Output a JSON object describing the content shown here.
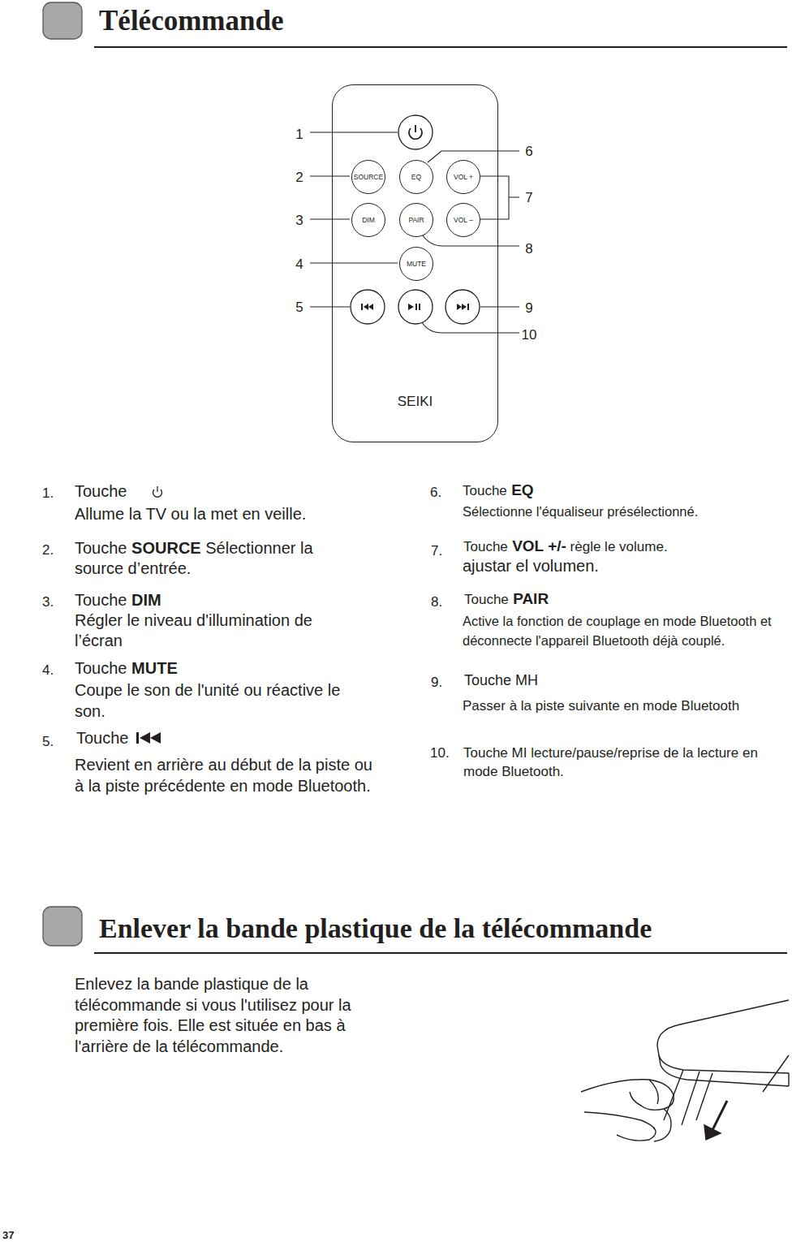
{
  "diagram": {
    "title": "Télécommande",
    "nodes": [
      {
        "text": [
          "SEIKI"
        ]
      },
      {
        "text": [
          "SOURCE"
        ],
        "in": 0
      },
      {
        "text": [
          "EQ"
        ],
        "in": 0
      },
      {
        "text": [
          "VOL +"
        ],
        "in": 0
      },
      {
        "text": [
          "DIM"
        ],
        "in": 0
      },
      {
        "text": [
          "PAIR"
        ],
        "in": 0
      },
      {
        "text": [
          "VOL –"
        ],
        "in": 0
      },
      {
        "text": [
          "MUTE"
        ],
        "in": 0
      }
    ],
    "labels": [
      "1",
      "2",
      "3",
      "4",
      "5",
      "6",
      "7",
      "8",
      "9",
      "10",
      "1.",
      "Touche",
      "Allume la TV ou la met en veille.",
      "2.",
      "Touche",
      "SOURCE",
      "Sélectionner la source d’entrée.",
      "3.",
      "Touche",
      "DIM",
      "Régler le niveau d'illumination de l’écran",
      "4.",
      "Touche",
      "MUTE",
      "Coupe le son de l'unité ou réactive le son.",
      "5.",
      "Touche",
      "Revient en arrière au début de la piste ou à la piste précédente en mode Bluetooth.",
      "6.",
      "Touche",
      "EQ",
      "Sélectionne l'équaliseur présélectionné.",
      "7.",
      "Touche",
      "VOL +/-",
      "règle le volume.",
      "ajustar el volumen.",
      "8.",
      "Touche",
      "PAIR",
      "Active la fonction de couplage en mode Bluetooth et déconnecte l'appareil Bluetooth déjà couplé.",
      "9.",
      "Touche MH",
      "Passer à la piste suivante en mode Bluetooth",
      "10.",
      "Touche MI lecture/pause/reprise de la lecture en mode Bluetooth.",
      "Enlever la bande plastique de la télécommande",
      "Enlevez la bande plastique de la télécommande si vous l'utilisez pour la première fois. Elle est située en bas à l'arrière de la télécommande.",
      "37"
    ]
  }
}
